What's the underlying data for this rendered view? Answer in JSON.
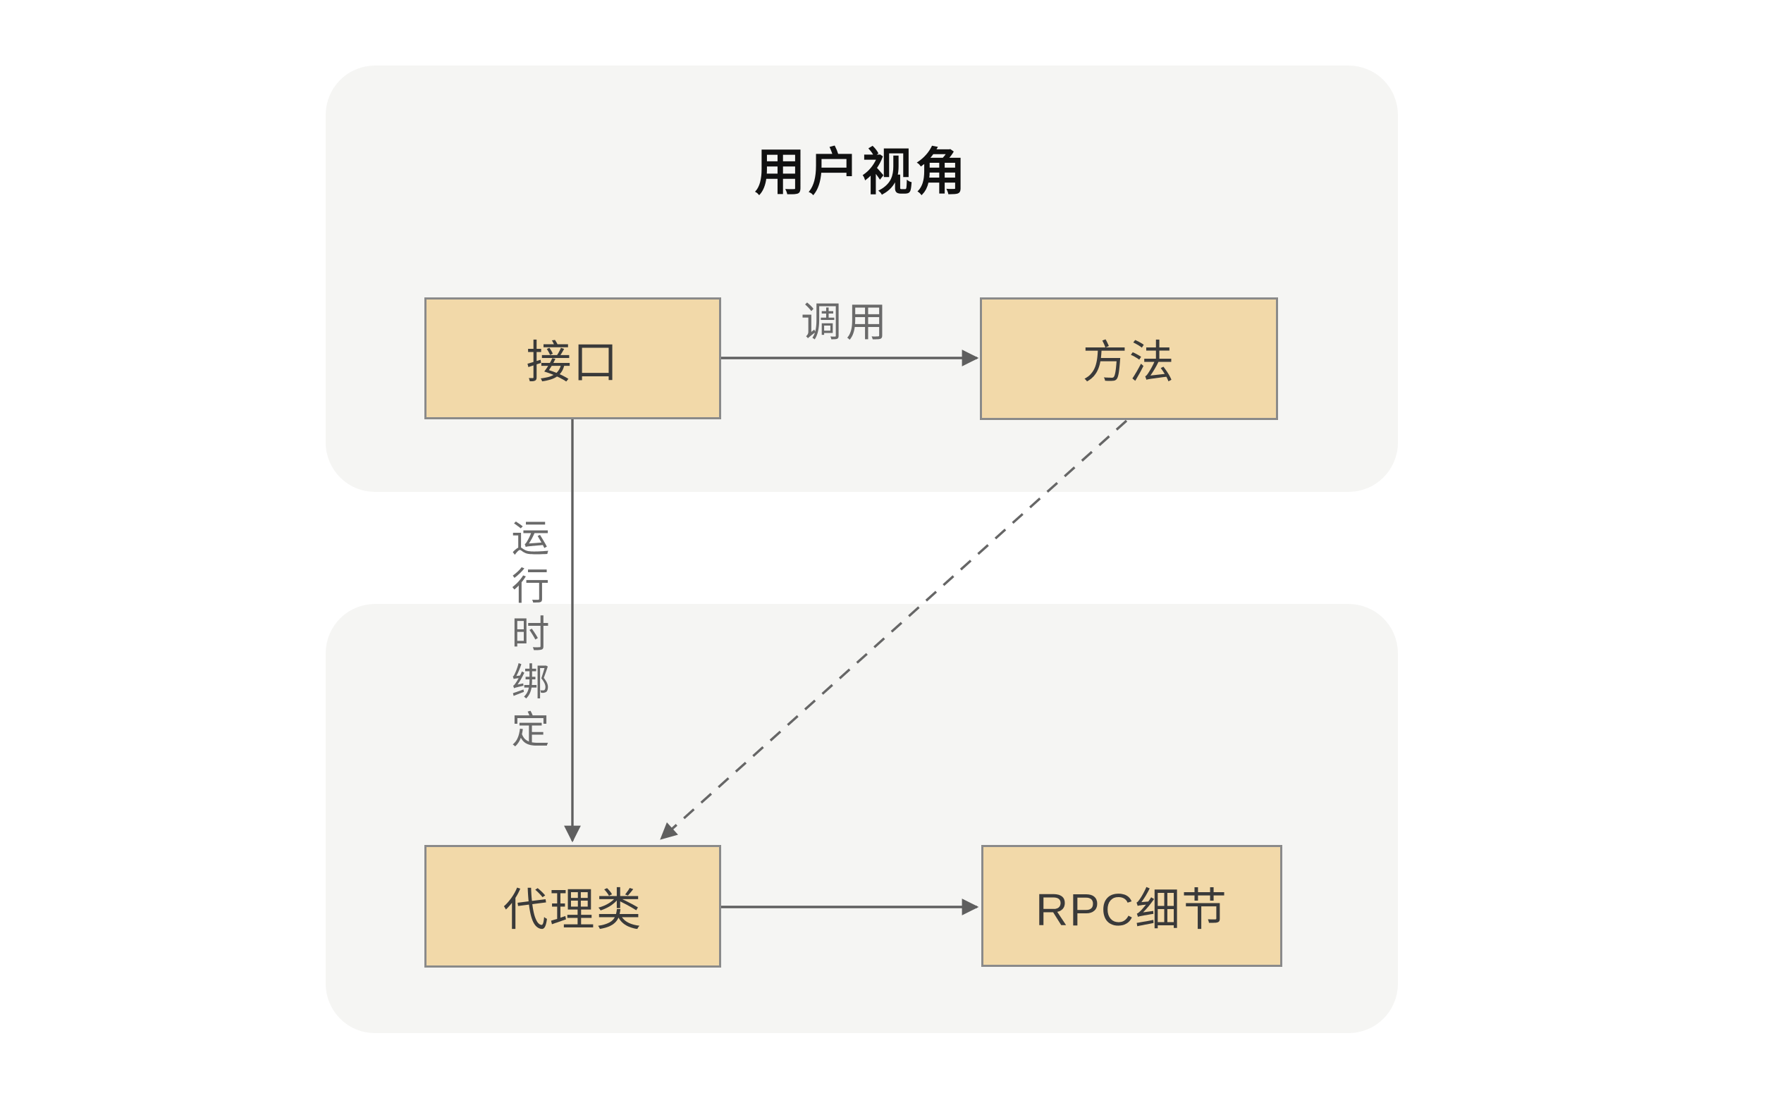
{
  "diagram": {
    "type": "flow-diagram",
    "background": "#ffffff"
  },
  "colors": {
    "panel_fill": "#f5f5f3",
    "node_fill": "#f2d9a9",
    "node_border": "#8a8a8a",
    "node_text": "#3a3a3a",
    "arrow": "#5f5f5f",
    "edge_label_text": "#6a6a6a",
    "title_text": "#111111"
  },
  "panels": {
    "user_view": {
      "title": "用户视角"
    },
    "runtime": {}
  },
  "nodes": {
    "interface": {
      "label": "接口"
    },
    "method": {
      "label": "方法"
    },
    "proxy": {
      "label": "代理类"
    },
    "rpc_detail": {
      "label": "RPC细节"
    }
  },
  "edges": {
    "call": {
      "from": "interface",
      "to": "method",
      "label": "调用",
      "style": "solid-arrow"
    },
    "runtime_binding": {
      "from": "interface",
      "to": "proxy",
      "label": "运行时绑定",
      "style": "solid-arrow"
    },
    "method_to_proxy": {
      "from": "method",
      "to": "proxy",
      "label": "",
      "style": "dashed-arrow"
    },
    "proxy_to_rpc": {
      "from": "proxy",
      "to": "rpc_detail",
      "label": "",
      "style": "solid-arrow"
    }
  }
}
